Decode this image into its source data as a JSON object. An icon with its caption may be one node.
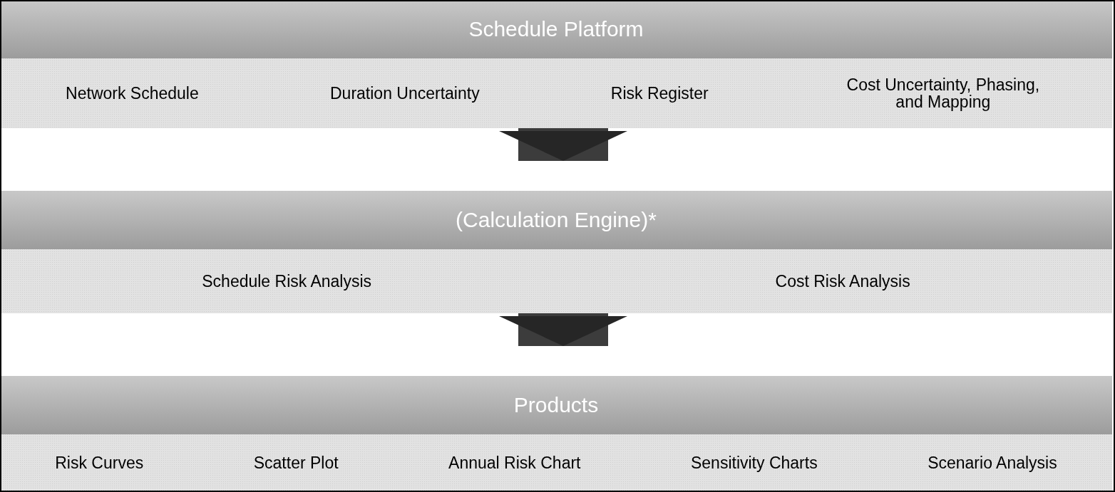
{
  "diagram": {
    "nodes": [
      {
        "text": [
          "Schedule Platform"
        ]
      },
      {
        "text": [
          "Network Schedule"
        ],
        "in": 0
      },
      {
        "text": [
          "Duration Uncertainty"
        ],
        "in": 0
      },
      {
        "text": [
          "Risk Register"
        ],
        "in": 0
      },
      {
        "text": [
          "Cost Uncertainty, Phasing, and Mapping"
        ],
        "in": 0
      },
      {
        "text": [
          "(Calculation Engine)*"
        ]
      },
      {
        "text": [
          "Schedule Risk Analysis"
        ],
        "in": 5
      },
      {
        "text": [
          "Cost Risk Analysis"
        ],
        "in": 5
      },
      {
        "text": [
          "Products"
        ]
      },
      {
        "text": [
          "Risk Curves"
        ],
        "in": 8
      },
      {
        "text": [
          "Scatter Plot"
        ],
        "in": 8
      },
      {
        "text": [
          "Annual Risk Chart"
        ],
        "in": 8
      },
      {
        "text": [
          "Sensitivity Charts"
        ],
        "in": 8
      },
      {
        "text": [
          "Scenario Analysis"
        ],
        "in": 8
      }
    ],
    "edges": [
      {
        "from": 0,
        "to": 5,
        "arrow": "to"
      },
      {
        "from": 5,
        "to": 8,
        "arrow": "to"
      }
    ]
  }
}
